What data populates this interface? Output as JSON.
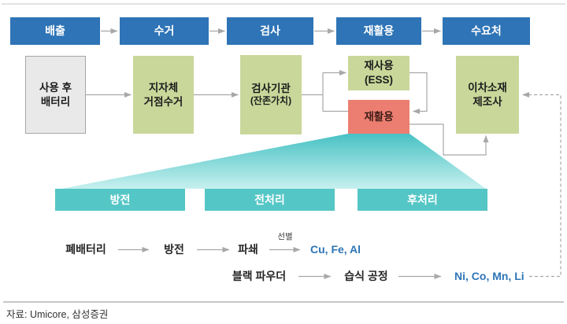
{
  "stage_chain": {
    "items": [
      {
        "label": "배출"
      },
      {
        "label": "수거"
      },
      {
        "label": "검사"
      },
      {
        "label": "재활용"
      },
      {
        "label": "수요처"
      }
    ]
  },
  "process_boxes": {
    "used_battery": {
      "line1": "사용 후",
      "line2": "배터리"
    },
    "local_collection": {
      "line1": "지자체",
      "line2": "거점수거"
    },
    "inspection_agency": {
      "line1": "검사기관",
      "line2": "(잔존가치)"
    },
    "reuse_ess": {
      "line1": "재사용",
      "line2": "(ESS)"
    },
    "recycle": {
      "label": "재활용"
    },
    "secondary_material": {
      "line1": "이차소재",
      "line2": "제조사"
    }
  },
  "recycle_stages": {
    "items": [
      {
        "label": "방전"
      },
      {
        "label": "전처리"
      },
      {
        "label": "후처리"
      }
    ]
  },
  "detail_flow": {
    "row1": {
      "steps": [
        {
          "label": "폐배터리"
        },
        {
          "label": "방전"
        },
        {
          "label": "파쇄"
        }
      ],
      "arrow_label": "선별",
      "output": "Cu, Fe, Al"
    },
    "row2": {
      "steps": [
        {
          "label": "블랙 파우더"
        },
        {
          "label": "습식 공정"
        }
      ],
      "output": "Ni, Co, Mn, Li"
    }
  },
  "footer": {
    "source": "자료: Umicore, 삼성증권"
  },
  "colors": {
    "stage_blue": "#2e74b6",
    "box_green": "#c9d79a",
    "box_gray": "#e9e9e9",
    "box_red": "#ec7e71",
    "stage_teal": "#55c6c6",
    "trapezoid_top": "#48c1c4",
    "trapezoid_bottom": "#c6f0ee",
    "output_text_blue": "#2e75b6",
    "arrow_gray": "#a8a8a8"
  }
}
